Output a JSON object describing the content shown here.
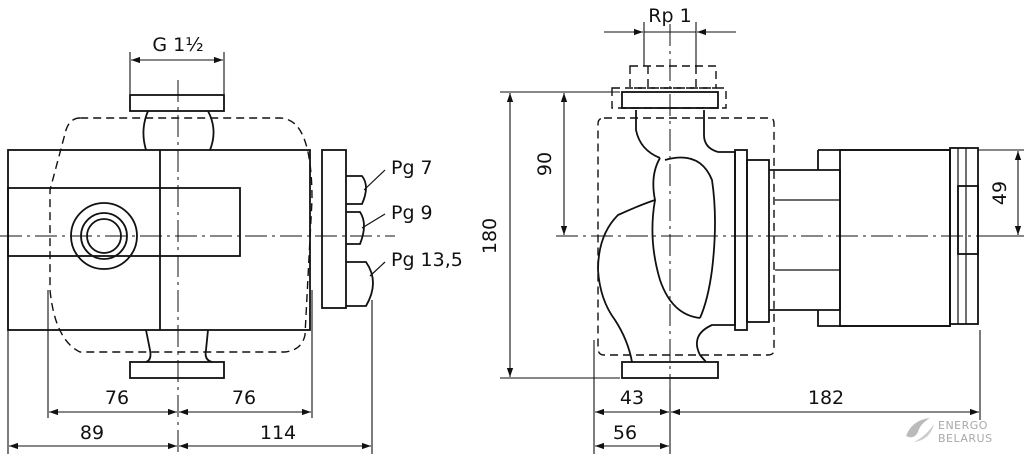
{
  "front_view": {
    "flange_label": "G 1½",
    "cable_entries": [
      "Pg 7",
      "Pg 9",
      "Pg 13,5"
    ],
    "dims": {
      "left_inner": "76",
      "right_inner": "76",
      "left_outer": "89",
      "right_outer": "114"
    }
  },
  "side_view": {
    "top_label": "Rp 1",
    "dims": {
      "height_total": "180",
      "height_half": "90",
      "motor_width": "49",
      "inlet_offset": "43",
      "base_width": "56",
      "length": "182"
    }
  },
  "watermark": {
    "line1": "ENERGO",
    "line2": "BELARUS"
  }
}
